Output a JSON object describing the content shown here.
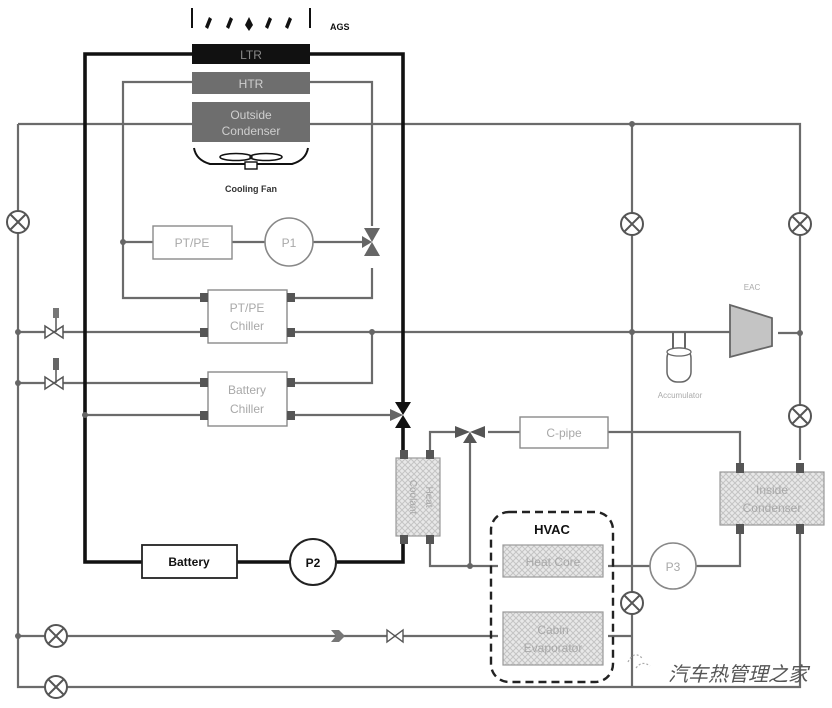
{
  "diagram": {
    "type": "vehicle-thermal-management-schematic",
    "components": {
      "ags": "AGS",
      "ltr": "LTR",
      "htr": "HTR",
      "outside_condenser_line1": "Outside",
      "outside_condenser_line2": "Condenser",
      "cooling_fan": "Cooling Fan",
      "pt_pe": "PT/PE",
      "pump_p1": "P1",
      "pt_pe_chiller_line1": "PT/PE",
      "pt_pe_chiller_line2": "Chiller",
      "battery_chiller_line1": "Battery",
      "battery_chiller_line2": "Chiller",
      "battery": "Battery",
      "pump_p2": "P2",
      "coolant_heater_line1": "Coolant",
      "coolant_heater_line2": "Heat",
      "c_pipe": "C-pipe",
      "hvac": "HVAC",
      "heat_core": "Heat Core",
      "cabin_evaporator_line1": "Cabin",
      "cabin_evaporator_line2": "Evaporator",
      "pump_p3": "P3",
      "inside_condenser_line1": "Inside",
      "inside_condenser_line2": "Condenser",
      "accumulator": "Accumulator",
      "compressor": "EAC"
    },
    "watermark": "汽车热管理之家",
    "colors": {
      "refrigerant_line": "#6b6b6b",
      "coolant_line": "#111111",
      "ltr_fill": "#111111",
      "htr_fill": "#6e6e6e",
      "condenser_fill": "#6e6e6e"
    }
  }
}
